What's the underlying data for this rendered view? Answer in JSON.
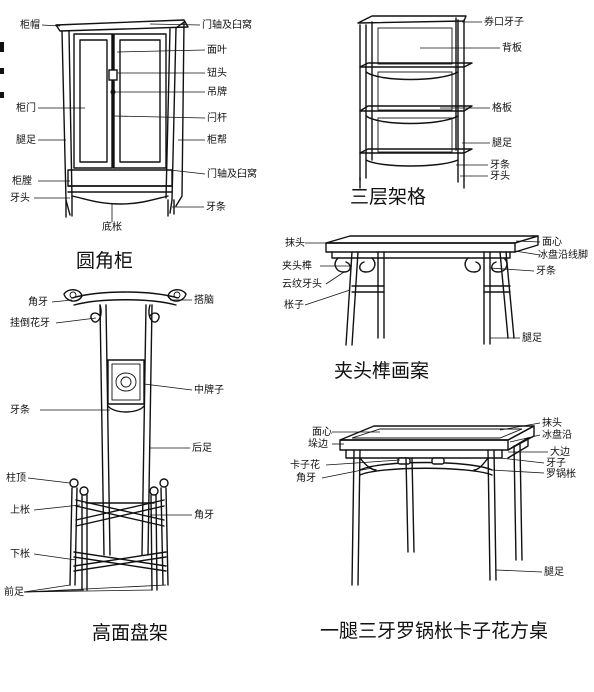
{
  "figures": {
    "cabinet": {
      "caption": "圆角柜",
      "labels": {
        "gui_mao": "柜帽",
        "men_zhou_1": "门轴及臼窝",
        "mian_ye": "面叶",
        "niu_tou": "钮头",
        "diao_pai": "吊牌",
        "men": "柜门",
        "shuan_gan": "闩杆",
        "gui_bang": "柜帮",
        "tui_zu": "腿足",
        "men_zhou_2": "门轴及臼窝",
        "gui_tang": "柜膛",
        "ya_tou": "牙头",
        "ya_tiao": "牙条",
        "di_zhang": "底枨"
      }
    },
    "shelf": {
      "caption": "三层架格",
      "labels": {
        "juan_kou_ya_zi": "券口牙子",
        "bei_ban": "背板",
        "ge_ban": "格板",
        "tui_zu": "腿足",
        "ya_tiao": "牙条",
        "ya_tou": "牙头"
      }
    },
    "table": {
      "caption": "夹头榫画案",
      "labels": {
        "mo_tou": "抹头",
        "mian_xin": "面心",
        "bing_pan": "冰盘沿线脚",
        "jia_tou_sun": "夹头榫",
        "ya_tiao": "牙条",
        "yun_wen": "云纹牙头",
        "zhang_zi": "枨子",
        "tui_zu": "腿足"
      }
    },
    "basin": {
      "caption": "高面盘架",
      "labels": {
        "jiao_ya_top": "角牙",
        "da_nao": "搭脑",
        "gua_dao": "挂倒花牙",
        "zhong_pai_zi": "中牌子",
        "ya_tiao": "牙条",
        "hou_zu": "后足",
        "zhu_ding": "柱顶",
        "shang_zhang": "上枨",
        "jiao_ya_mid": "角牙",
        "xia_zhang": "下枨",
        "qian_zu": "前足"
      }
    },
    "square_table": {
      "caption": "一腿三牙罗锅枨卡子花方桌",
      "labels": {
        "mian_xin": "面心",
        "duo_bian": "垛边",
        "mo_tou": "抹头",
        "bing_pan": "冰盘沿",
        "da_bian": "大边",
        "ya_zi": "牙子",
        "luo_guo": "罗锅枨",
        "ka_zi_hua": "卡子花",
        "jiao_ya": "角牙",
        "tui_zu": "腿足"
      }
    }
  }
}
